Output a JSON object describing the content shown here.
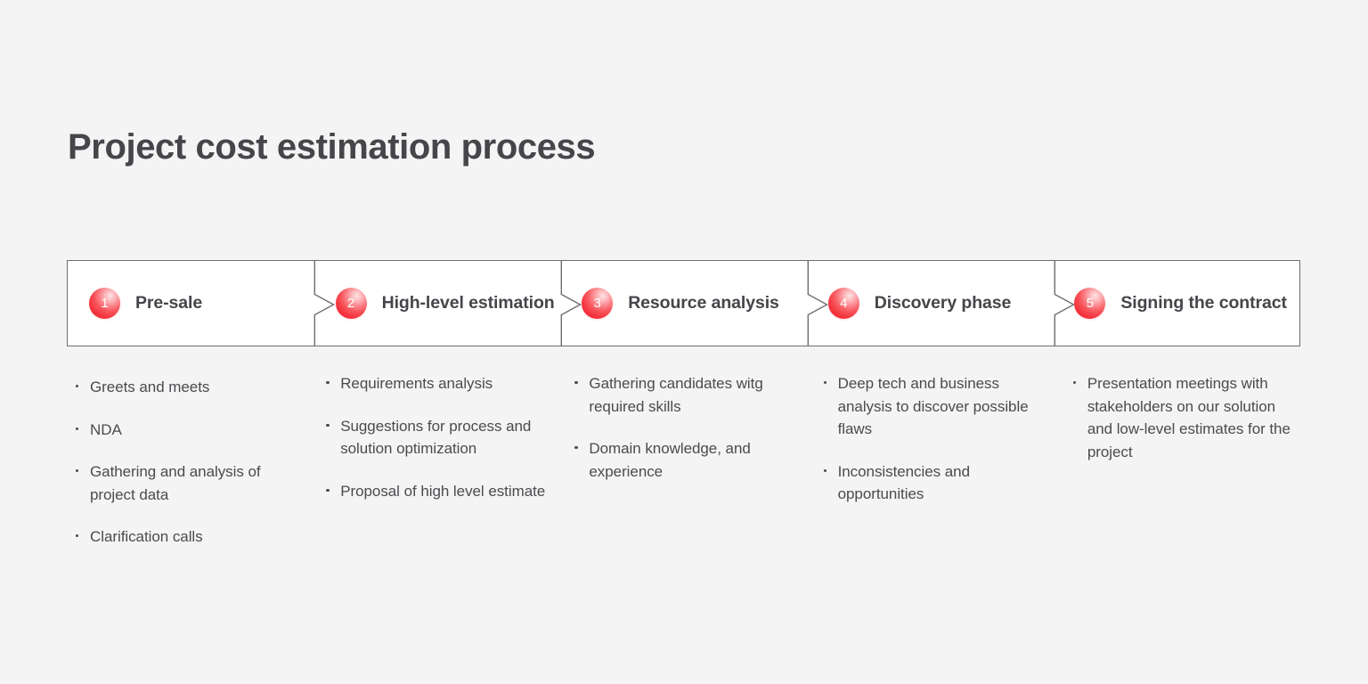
{
  "page": {
    "title": "Project cost estimation process",
    "background_color": "#f4f4f4",
    "text_color": "#46464a",
    "accent_color": "#f2262f"
  },
  "process": {
    "steps": [
      {
        "number": "1",
        "title": "Pre-sale"
      },
      {
        "number": "2",
        "title": "High-level estimation"
      },
      {
        "number": "3",
        "title": "Resource analysis"
      },
      {
        "number": "4",
        "title": "Discovery phase"
      },
      {
        "number": "5",
        "title": "Signing the contract"
      }
    ]
  },
  "details": {
    "columns": [
      {
        "step": "1",
        "bullets": [
          "Greets and meets",
          "NDA",
          "Gathering and analysis of project data",
          "Clarification calls"
        ]
      },
      {
        "step": "2",
        "bullets": [
          "Requirements analysis",
          "Suggestions for process and solution optimization",
          "Proposal of high level estimate"
        ]
      },
      {
        "step": "3",
        "bullets": [
          "Gathering candidates witg required skills",
          "Domain knowledge, and experience"
        ]
      },
      {
        "step": "4",
        "bullets": [
          "Deep tech and business analysis to discover possible flaws",
          "Inconsistencies and opportunities"
        ]
      },
      {
        "step": "5",
        "bullets": [
          "Presentation meetings with stakeholders on our solution and low-level estimates for the project"
        ]
      }
    ]
  },
  "icons": {
    "chevron": "chevron-right-separator-icon",
    "bullet": "bullet-dot-icon"
  }
}
